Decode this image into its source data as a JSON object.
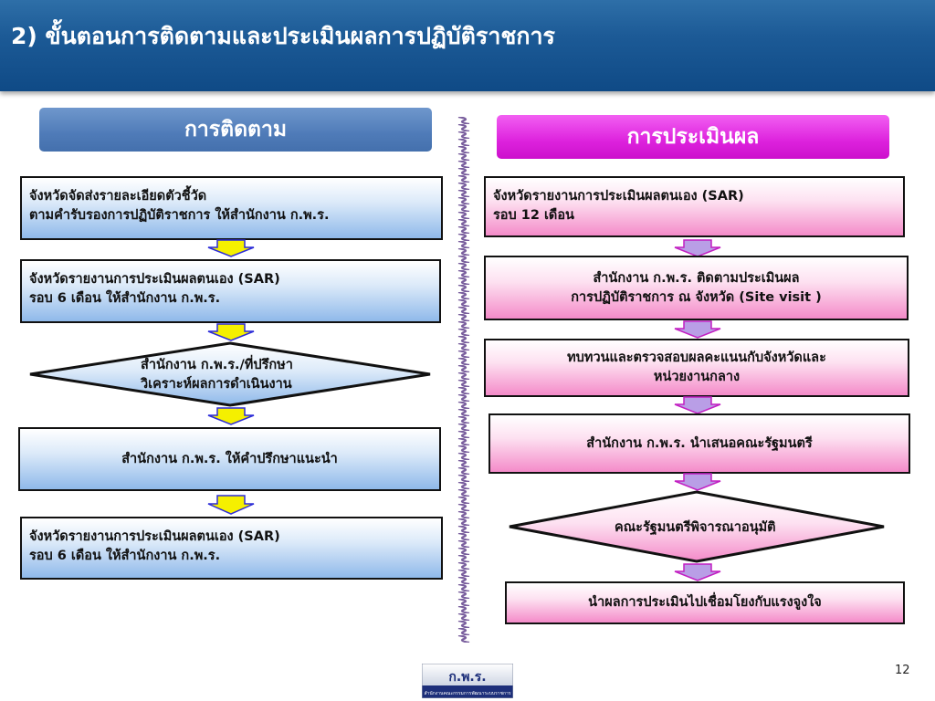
{
  "header": {
    "title": "2) ขั้นตอนการติดตามและประเมินผลการปฏิบัติราชการ"
  },
  "left": {
    "title": "การติดตาม",
    "step1": {
      "line1": "จังหวัดจัดส่งรายละเอียดตัวชี้วัด",
      "line2": "ตามคำรับรองการปฏิบัติราชการ ให้สำนักงาน ก.พ.ร."
    },
    "step2": {
      "line1": "จังหวัดรายงานการประเมินผลตนเอง (SAR)",
      "line2": "รอบ 6 เดือน  ให้สำนักงาน ก.พ.ร."
    },
    "decision": {
      "line1": "สำนักงาน ก.พ.ร./ที่ปรึกษา",
      "line2": "วิเคราะห์ผลการดำเนินงาน"
    },
    "step3": {
      "text": "สำนักงาน ก.พ.ร. ให้คำปรึกษาแนะนำ"
    },
    "step4": {
      "line1": "จังหวัดรายงานการประเมินผลตนเอง (SAR)",
      "line2": "รอบ 6 เดือน  ให้สำนักงาน ก.พ.ร."
    }
  },
  "right": {
    "title": "การประเมินผล",
    "step1": {
      "line1": "จังหวัดรายงานการประเมินผลตนเอง (SAR)",
      "line2": "รอบ 12 เดือน"
    },
    "step2": {
      "line1": "สำนักงาน ก.พ.ร. ติดตามประเมินผล",
      "line2": "การปฏิบัติราชการ ณ จังหวัด (Site visit )"
    },
    "step3": {
      "line1": "ทบทวนและตรวจสอบผลคะแนนกับจังหวัดและ",
      "line2": "หน่วยงานกลาง"
    },
    "step4": {
      "text": "สำนักงาน ก.พ.ร. นำเสนอคณะรัฐมนตรี"
    },
    "decision": {
      "text": "คณะรัฐมนตรีพิจารณาอนุมัติ"
    },
    "step5": {
      "text": "นำผลการประเมินไปเชื่อมโยงกับแรงจูงใจ"
    }
  },
  "footer": {
    "logo_text": "ก.พ.ร.",
    "logo_subtext": "สำนักงานคณะกรรมการพัฒนาระบบราชการ",
    "page_number": "12"
  },
  "colors": {
    "header_bg": "#1c5a96",
    "left_accent": "#5a86c2",
    "right_accent": "#e030e0",
    "arrow_yellow": "#f5f000",
    "arrow_purple": "#b99ee6",
    "arrow_border": "#2b2bd8"
  }
}
